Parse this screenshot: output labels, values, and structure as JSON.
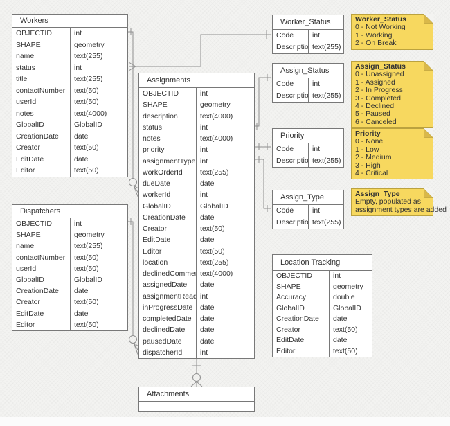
{
  "colors": {
    "background": "#f3f3f1",
    "table_fill": "#ffffff",
    "table_border": "#787878",
    "connector": "#8f8f8f",
    "text": "#333333",
    "note_fill": "#f7d85f",
    "note_border": "#bba23f",
    "note_fold": "#d9b84a"
  },
  "entities": {
    "workers": {
      "title": "Workers",
      "fields": [
        {
          "name": "OBJECTID",
          "type": "int"
        },
        {
          "name": "SHAPE",
          "type": "geometry"
        },
        {
          "name": "name",
          "type": "text(255)"
        },
        {
          "name": "status",
          "type": "int"
        },
        {
          "name": "title",
          "type": "text(255)"
        },
        {
          "name": "contactNumber",
          "type": "text(50)"
        },
        {
          "name": "userId",
          "type": "text(50)"
        },
        {
          "name": "notes",
          "type": "text(4000)"
        },
        {
          "name": "GlobalID",
          "type": "GlobalID"
        },
        {
          "name": "CreationDate",
          "type": "date"
        },
        {
          "name": "Creator",
          "type": "text(50)"
        },
        {
          "name": "EditDate",
          "type": "date"
        },
        {
          "name": "Editor",
          "type": "text(50)"
        }
      ]
    },
    "dispatchers": {
      "title": "Dispatchers",
      "fields": [
        {
          "name": "OBJECTID",
          "type": "int"
        },
        {
          "name": "SHAPE",
          "type": "geometry"
        },
        {
          "name": "name",
          "type": "text(255)"
        },
        {
          "name": "contactNumber",
          "type": "text(50)"
        },
        {
          "name": "userId",
          "type": "text(50)"
        },
        {
          "name": "GlobalID",
          "type": "GlobalID"
        },
        {
          "name": "CreationDate",
          "type": "date"
        },
        {
          "name": "Creator",
          "type": "text(50)"
        },
        {
          "name": "EditDate",
          "type": "date"
        },
        {
          "name": "Editor",
          "type": "text(50)"
        }
      ]
    },
    "assignments": {
      "title": "Assignments",
      "fields": [
        {
          "name": "OBJECTID",
          "type": "int"
        },
        {
          "name": "SHAPE",
          "type": "geometry"
        },
        {
          "name": "description",
          "type": "text(4000)"
        },
        {
          "name": "status",
          "type": "int"
        },
        {
          "name": "notes",
          "type": "text(4000)"
        },
        {
          "name": "priority",
          "type": "int"
        },
        {
          "name": "assignmentType",
          "type": "int"
        },
        {
          "name": "workOrderId",
          "type": "text(255)"
        },
        {
          "name": "dueDate",
          "type": "date"
        },
        {
          "name": "workerId",
          "type": "int"
        },
        {
          "name": "GlobalID",
          "type": "GlobalID"
        },
        {
          "name": "CreationDate",
          "type": "date"
        },
        {
          "name": "Creator",
          "type": "text(50)"
        },
        {
          "name": "EditDate",
          "type": "date"
        },
        {
          "name": "Editor",
          "type": "text(50)"
        },
        {
          "name": "location",
          "type": "text(255)"
        },
        {
          "name": "declinedComment",
          "type": "text(4000)"
        },
        {
          "name": "assignedDate",
          "type": "date"
        },
        {
          "name": "assignmentRead",
          "type": "int"
        },
        {
          "name": "inProgressDate",
          "type": "date"
        },
        {
          "name": "completedDate",
          "type": "date"
        },
        {
          "name": "declinedDate",
          "type": "date"
        },
        {
          "name": "pausedDate",
          "type": "date"
        },
        {
          "name": "dispatcherId",
          "type": "int"
        }
      ]
    },
    "worker_status": {
      "title": "Worker_Status",
      "fields": [
        {
          "name": "Code",
          "type": "int"
        },
        {
          "name": "Description",
          "type": "text(255)"
        }
      ]
    },
    "assign_status": {
      "title": "Assign_Status",
      "fields": [
        {
          "name": "Code",
          "type": "int"
        },
        {
          "name": "Description",
          "type": "text(255)"
        }
      ]
    },
    "priority": {
      "title": "Priority",
      "fields": [
        {
          "name": "Code",
          "type": "int"
        },
        {
          "name": "Description",
          "type": "text(255)"
        }
      ]
    },
    "assign_type": {
      "title": "Assign_Type",
      "fields": [
        {
          "name": "Code",
          "type": "int"
        },
        {
          "name": "Description",
          "type": "text(255)"
        }
      ]
    },
    "location_tracking": {
      "title": "Location Tracking",
      "fields": [
        {
          "name": "OBJECTID",
          "type": "int"
        },
        {
          "name": "SHAPE",
          "type": "geometry"
        },
        {
          "name": "Accuracy",
          "type": "double"
        },
        {
          "name": "GlobalID",
          "type": "GlobalID"
        },
        {
          "name": "CreationDate",
          "type": "date"
        },
        {
          "name": "Creator",
          "type": "text(50)"
        },
        {
          "name": "EditDate",
          "type": "date"
        },
        {
          "name": "Editor",
          "type": "text(50)"
        }
      ]
    },
    "attachments": {
      "title": "Attachments",
      "fields": []
    }
  },
  "notes": {
    "worker_status": {
      "title": "Worker_Status",
      "lines": [
        "0 - Not Working",
        "1 - Working",
        "2 - On Break"
      ]
    },
    "assign_status": {
      "title": "Assign_Status",
      "lines": [
        "0 - Unassigned",
        "1 - Assigned",
        "2 - In Progress",
        "3 - Completed",
        "4 - Declined",
        "5 - Paused",
        "6 - Canceled"
      ]
    },
    "priority": {
      "title": "Priority",
      "lines": [
        "0 - None",
        "1 - Low",
        "2 - Medium",
        "3 - High",
        "4 - Critical"
      ]
    },
    "assign_type": {
      "title": "Assign_Type",
      "lines": [
        "Empty, populated as",
        "assignment types are added"
      ]
    }
  }
}
